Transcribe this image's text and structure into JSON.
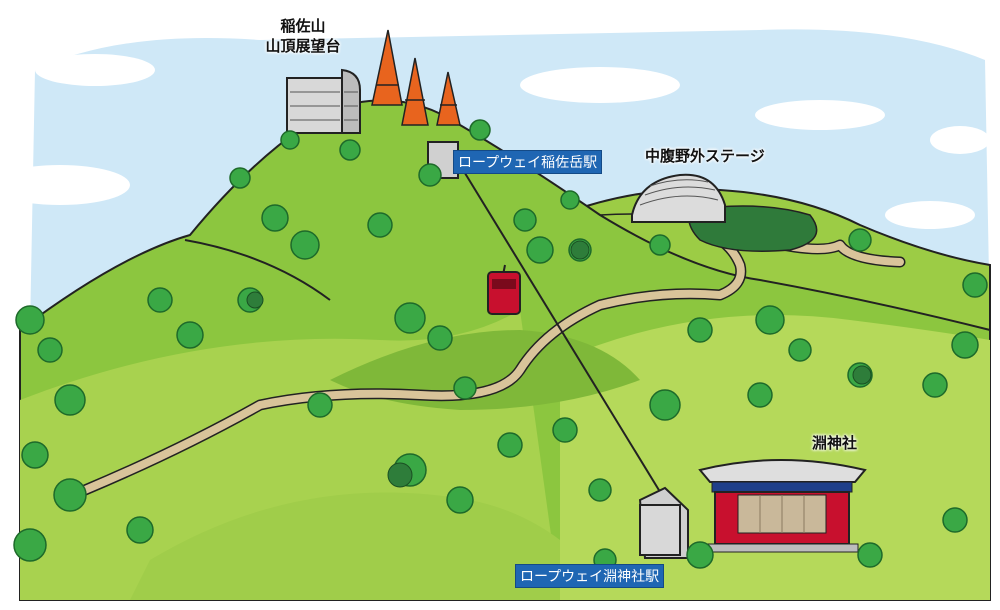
{
  "labels": {
    "summit_line1": "稲佐山",
    "summit_line2": "山頂展望台",
    "open_air_stage": "中腹野外ステージ",
    "shrine": "淵神社"
  },
  "stations": {
    "upper": "ロープウェイ稲佐岳駅",
    "lower": "ロープウェイ淵神社駅"
  },
  "colors": {
    "sky": "#cfe8f7",
    "grass": "#8cc63f",
    "grass_light": "#b5d95a",
    "tree": "#3aa845",
    "path": "#d9c49a",
    "tower": "#e8641e",
    "station_tag": "#1f66b3",
    "gondola": "#c8102e",
    "shrine_red": "#c8102e",
    "pond": "#2f7a3a"
  }
}
